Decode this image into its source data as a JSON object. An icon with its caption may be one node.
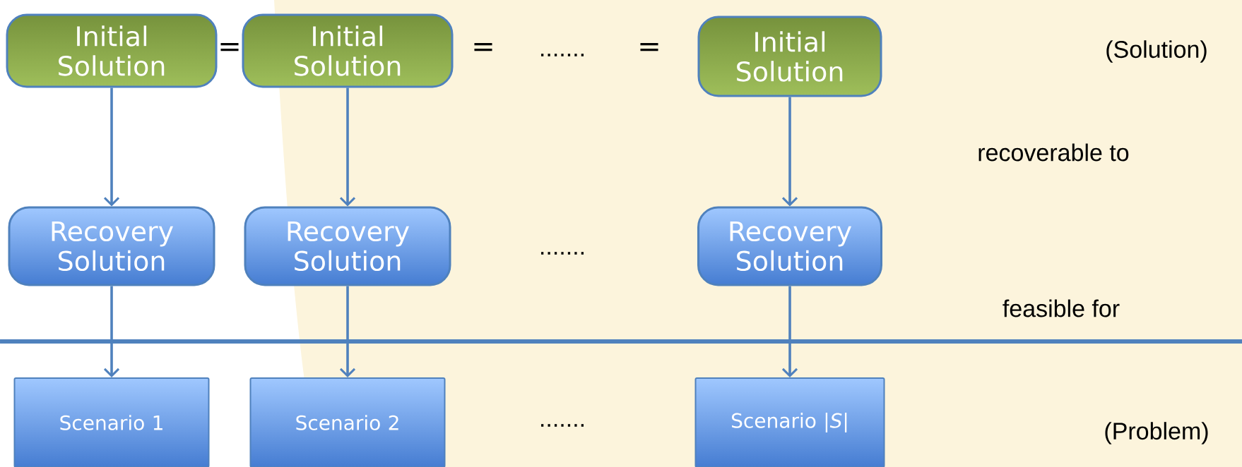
{
  "diagram": {
    "nodes": [
      {
        "text": [
          "Initial Solution"
        ]
      },
      {
        "text": [
          "Initial Solution"
        ]
      },
      {
        "text": [
          "Initial Solution"
        ]
      },
      {
        "text": [
          "Recovery Solution"
        ]
      },
      {
        "text": [
          "Recovery Solution"
        ]
      },
      {
        "text": [
          "Recovery Solution"
        ]
      },
      {
        "text": [
          "Scenario 1"
        ]
      },
      {
        "text": [
          "Scenario 2"
        ]
      },
      {
        "text": [
          "Scenario |*S*|"
        ]
      }
    ],
    "edges": [
      {
        "from": 0,
        "to": 3,
        "arrow": "to"
      },
      {
        "from": 1,
        "to": 4,
        "arrow": "to"
      },
      {
        "from": 2,
        "to": 5,
        "arrow": "to"
      },
      {
        "from": 3,
        "to": 6,
        "arrow": "to"
      },
      {
        "from": 4,
        "to": 7,
        "arrow": "to"
      },
      {
        "from": 5,
        "to": 8,
        "arrow": "to"
      }
    ],
    "labels": [
      "=",
      "=",
      ".......",
      "=",
      "(Solution)",
      "recoverable to",
      ".......",
      "feasible for",
      ".......",
      "(Problem)"
    ]
  }
}
